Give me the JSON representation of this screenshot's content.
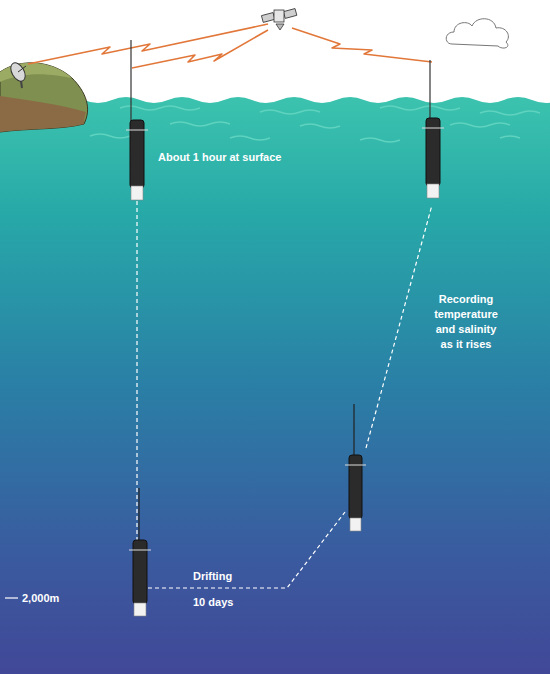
{
  "diagram": {
    "labels": [
      "About 1 hour at surface",
      "Recording temperature and salinity as it rises",
      "Drifting",
      "10 days",
      "2,000m"
    ]
  }
}
